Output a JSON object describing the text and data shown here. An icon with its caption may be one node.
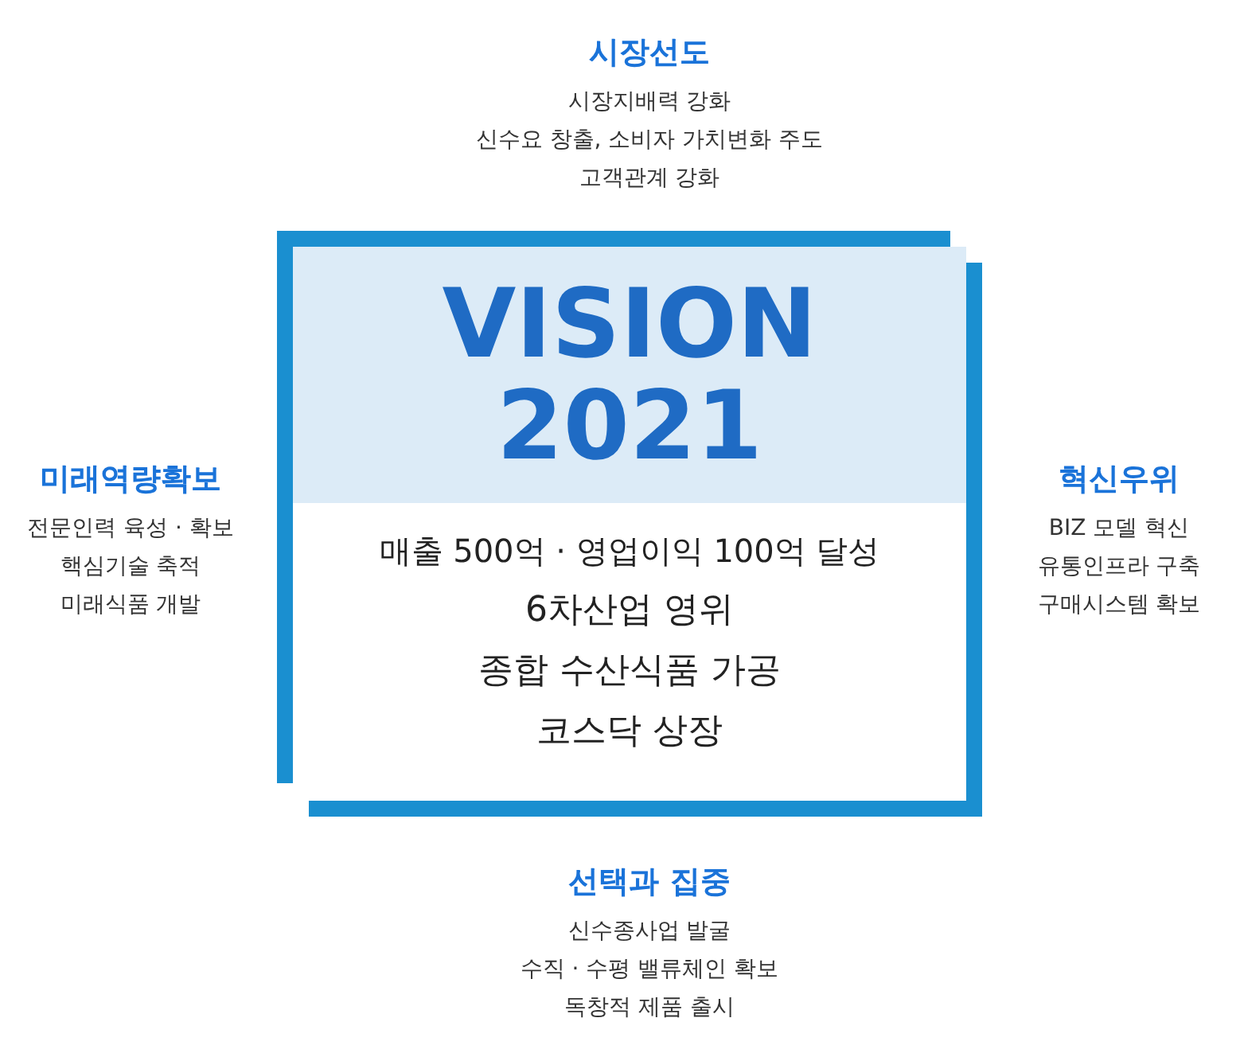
{
  "diagram": {
    "nodes": [
      {
        "text": [
          "VISION 2021",
          "매출 500억 · 영업이익 100억 달성",
          "6차산업 영위",
          "종합 수산식품 가공",
          "코스닥 상장"
        ]
      }
    ],
    "edges": [],
    "labels": [
      "시장선도",
      "시장지배력 강화",
      "신수요 창출, 소비자 가치변화 주도",
      "고객관계 강화",
      "미래역량확보",
      "전문인력 육성 · 확보",
      "핵심기술 축적",
      "미래식품 개발",
      "혁신우위",
      "BIZ 모델 혁신",
      "유통인프라 구축",
      "구매시스템 확보",
      "선택과 집중",
      "신수종사업 발굴",
      "수직 · 수평 밸류체인 확보",
      "독창적 제품 출시"
    ]
  }
}
